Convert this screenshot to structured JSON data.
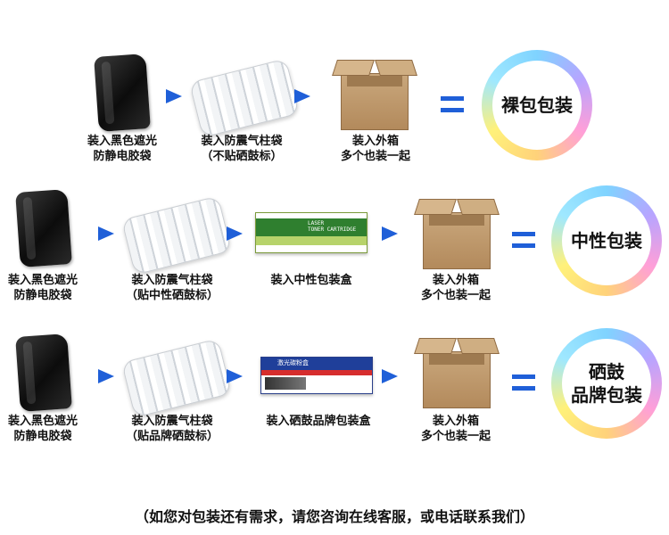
{
  "rows": [
    {
      "steps": [
        {
          "line1": "装入黑色遮光",
          "line2": "防静电胶袋"
        },
        {
          "line1": "装入防震气柱袋",
          "line2": "（不贴硒鼓标）"
        },
        {
          "line1": "装入外箱",
          "line2": "多个也装一起"
        }
      ],
      "badge": {
        "line1": "裸包包装",
        "line2": ""
      }
    },
    {
      "steps": [
        {
          "line1": "装入黑色遮光",
          "line2": "防静电胶袋"
        },
        {
          "line1": "装入防震气柱袋",
          "line2": "（贴中性硒鼓标）"
        },
        {
          "line1": "装入中性包装盒",
          "line2": ""
        },
        {
          "line1": "装入外箱",
          "line2": "多个也装一起"
        }
      ],
      "badge": {
        "line1": "中性包装",
        "line2": ""
      }
    },
    {
      "steps": [
        {
          "line1": "装入黑色遮光",
          "line2": "防静电胶袋"
        },
        {
          "line1": "装入防震气柱袋",
          "line2": "（贴品牌硒鼓标）"
        },
        {
          "line1": "装入硒鼓品牌包装盒",
          "line2": ""
        },
        {
          "line1": "装入外箱",
          "line2": "多个也装一起"
        }
      ],
      "badge": {
        "line1": "硒鼓",
        "line2": "品牌包装"
      }
    }
  ],
  "neutral_box_label": "LASER\nTONER CARTRIDGE",
  "brand_box_label": "激光碳粉盒",
  "footer": "（如您对包装还有需求，请您咨询在线客服，或电话联系我们）",
  "colors": {
    "arrow": "#1f5fd8",
    "bag": "#111111",
    "box": "#b38a5c"
  }
}
